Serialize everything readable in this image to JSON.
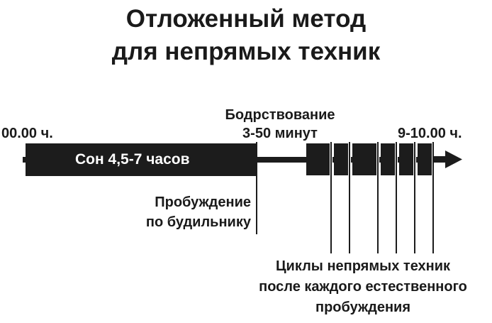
{
  "title": {
    "line1": "Отложенный метод",
    "line2": "для непрямых техник"
  },
  "timeline": {
    "start_time_label": "00.00 ч.",
    "sleep_label": "Сон 4,5-7 часов",
    "wakefulness_label_line1": "Бодрствование",
    "wakefulness_label_line2": "3-50 минут",
    "end_time_label": "9-10.00 ч.",
    "alarm_label_line1": "Пробуждение",
    "alarm_label_line2": "по будильнику",
    "cycles_label_line1": "Циклы непрямых техник",
    "cycles_label_line2": "после каждого естественного",
    "cycles_label_line3": "пробуждения",
    "sleep_block_count": 6,
    "colors": {
      "bar": "#1c1c1c",
      "text": "#1a1a1a",
      "bar_text": "#ffffff",
      "background": "#ffffff"
    }
  }
}
